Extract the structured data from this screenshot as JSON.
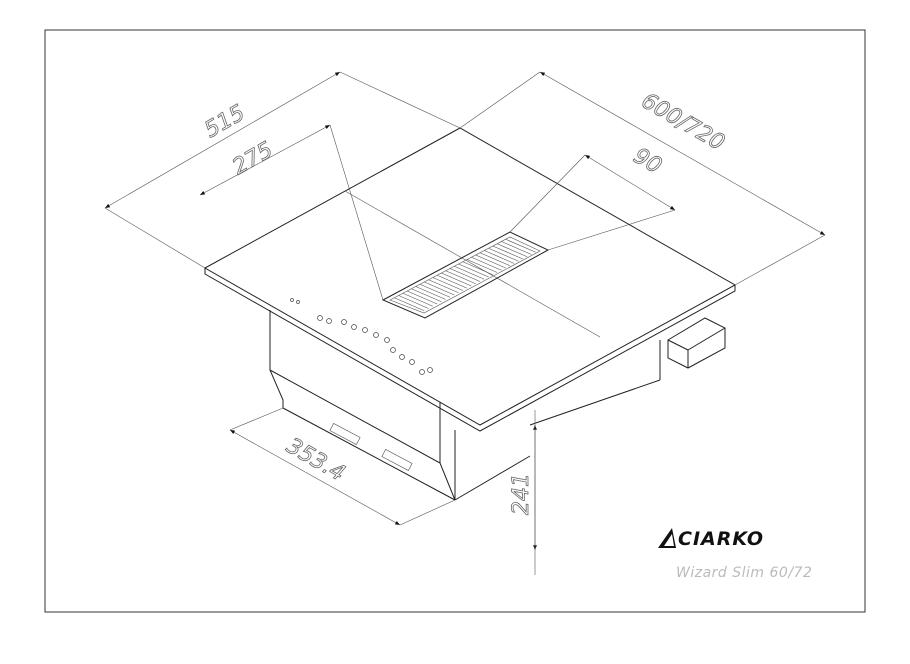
{
  "drawing": {
    "dimensions": {
      "depth": "515",
      "inner_depth": "275",
      "width": "600/720",
      "vent_width": "90",
      "motor_width": "353.4",
      "height": "241"
    },
    "brand": {
      "name": "CIARKO",
      "model": "Wizard Slim 60/72"
    }
  }
}
